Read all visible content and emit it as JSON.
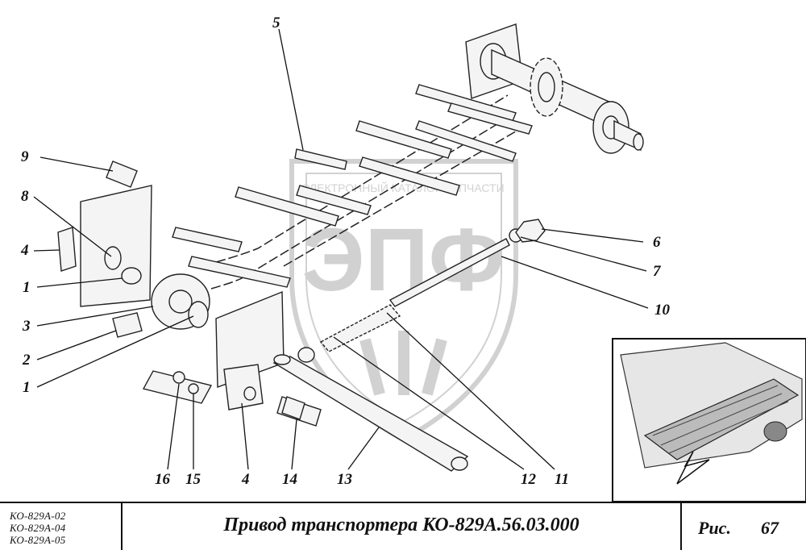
{
  "callouts": [
    "1",
    "1",
    "2",
    "3",
    "4",
    "4",
    "5",
    "6",
    "7",
    "8",
    "9",
    "10",
    "11",
    "12",
    "13",
    "14",
    "15",
    "16"
  ],
  "watermark": {
    "text": "ЭЛЕКТРОННЫЙ КАТАЛОГ ЗАПЧАСТИ",
    "letters": "ЭПФ"
  },
  "footer": {
    "variants": [
      "КО-829А-02",
      "КО-829А-04",
      "КО-829А-05"
    ],
    "title": "Привод транспортера КО-829А.56.03.000",
    "fig_label": "Рис.",
    "fig_number": "67"
  }
}
